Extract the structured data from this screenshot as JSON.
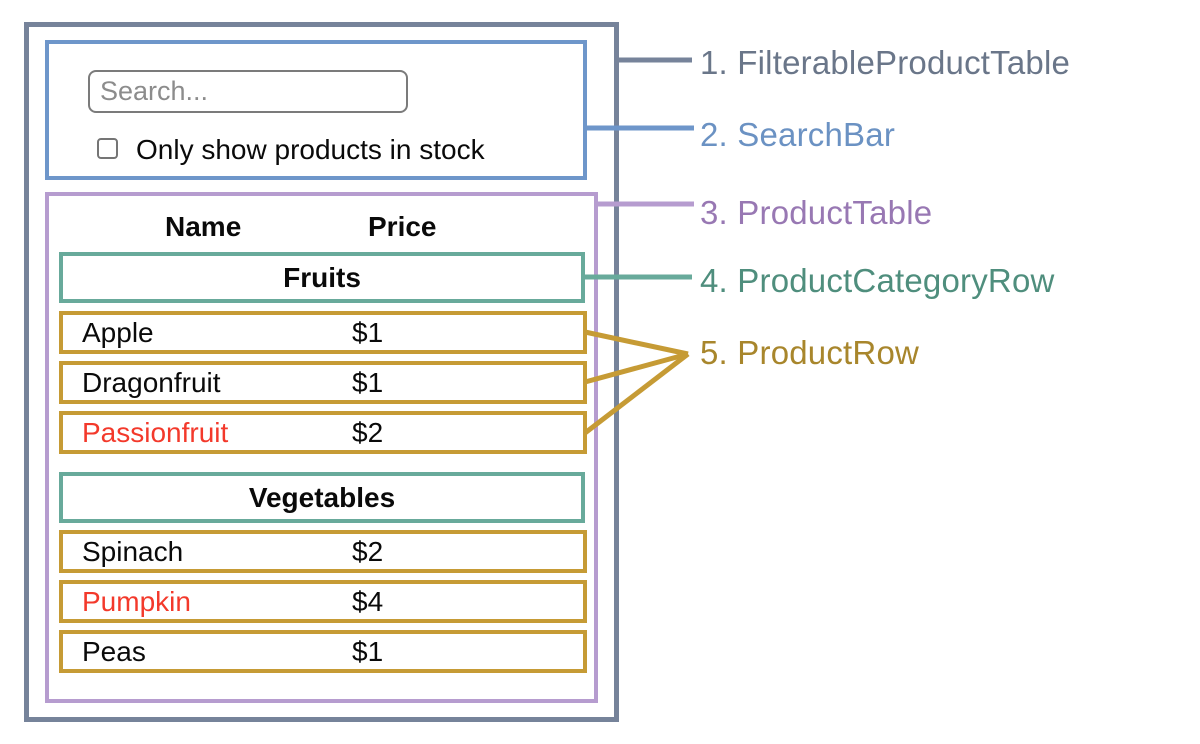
{
  "legend": {
    "labels": [
      {
        "number": "1.",
        "name": "FilterableProductTable",
        "color": "#6a7689"
      },
      {
        "number": "2.",
        "name": "SearchBar",
        "color": "#6b92c3"
      },
      {
        "number": "3.",
        "name": "ProductTable",
        "color": "#9878b3"
      },
      {
        "number": "4.",
        "name": "ProductCategoryRow",
        "color": "#4f8e7d"
      },
      {
        "number": "5.",
        "name": "ProductRow",
        "color": "#a8862c"
      }
    ]
  },
  "search_bar": {
    "input_value": "",
    "input_placeholder": "Search...",
    "checkbox_checked": false,
    "checkbox_label": "Only show products in stock"
  },
  "table": {
    "headers": [
      "Name",
      "Price"
    ],
    "sections": [
      {
        "category": "Fruits",
        "rows": [
          {
            "name": "Apple",
            "price": "$1",
            "in_stock": true
          },
          {
            "name": "Dragonfruit",
            "price": "$1",
            "in_stock": true
          },
          {
            "name": "Passionfruit",
            "price": "$2",
            "in_stock": false
          }
        ]
      },
      {
        "category": "Vegetables",
        "rows": [
          {
            "name": "Spinach",
            "price": "$2",
            "in_stock": true
          },
          {
            "name": "Pumpkin",
            "price": "$4",
            "in_stock": false
          },
          {
            "name": "Peas",
            "price": "$1",
            "in_stock": true
          }
        ]
      }
    ]
  },
  "colors": {
    "slate_box": "#76839a",
    "blue_box": "#6e96ca",
    "purple_box": "#b69ccf",
    "teal_box": "#68aa9b",
    "gold_box": "#c69b35",
    "out_of_stock_text": "#f3392b"
  }
}
